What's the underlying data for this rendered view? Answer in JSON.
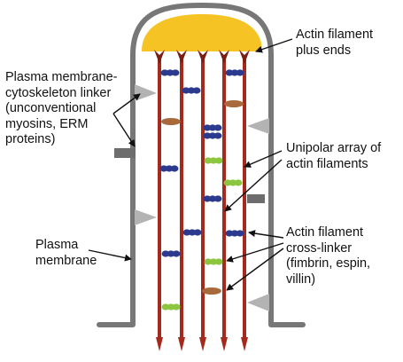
{
  "colors": {
    "membrane": "#777777",
    "cap": "#f6c324",
    "filament": "#a52a1e",
    "filament_dark": "#7a1d14",
    "linker_triangle": "#b3b3b3",
    "linker_rect": "#6d6d6d",
    "crosslink_navy": "#2b3a8e",
    "crosslink_brown": "#a86a3c",
    "crosslink_green": "#8cc63f"
  },
  "labels": {
    "plus_ends": [
      "Actin filament",
      "plus ends"
    ],
    "linker": [
      "Plasma membrane-",
      "cytoskeleton linker",
      "(unconventional",
      "myosins, ERM",
      "proteins)"
    ],
    "unipolar": [
      "Unipolar array of",
      "actin filaments"
    ],
    "crosslinker": [
      "Actin filament",
      "cross-linker",
      "(fimbrin, espin,",
      "villin)"
    ],
    "membrane": [
      "Plasma",
      "membrane"
    ]
  },
  "icons": {
    "filament": "actin-filament-icon",
    "crosslinker": "crosslinker-icon",
    "linker": "membrane-linker-icon",
    "cap": "plus-end-cap-icon"
  }
}
